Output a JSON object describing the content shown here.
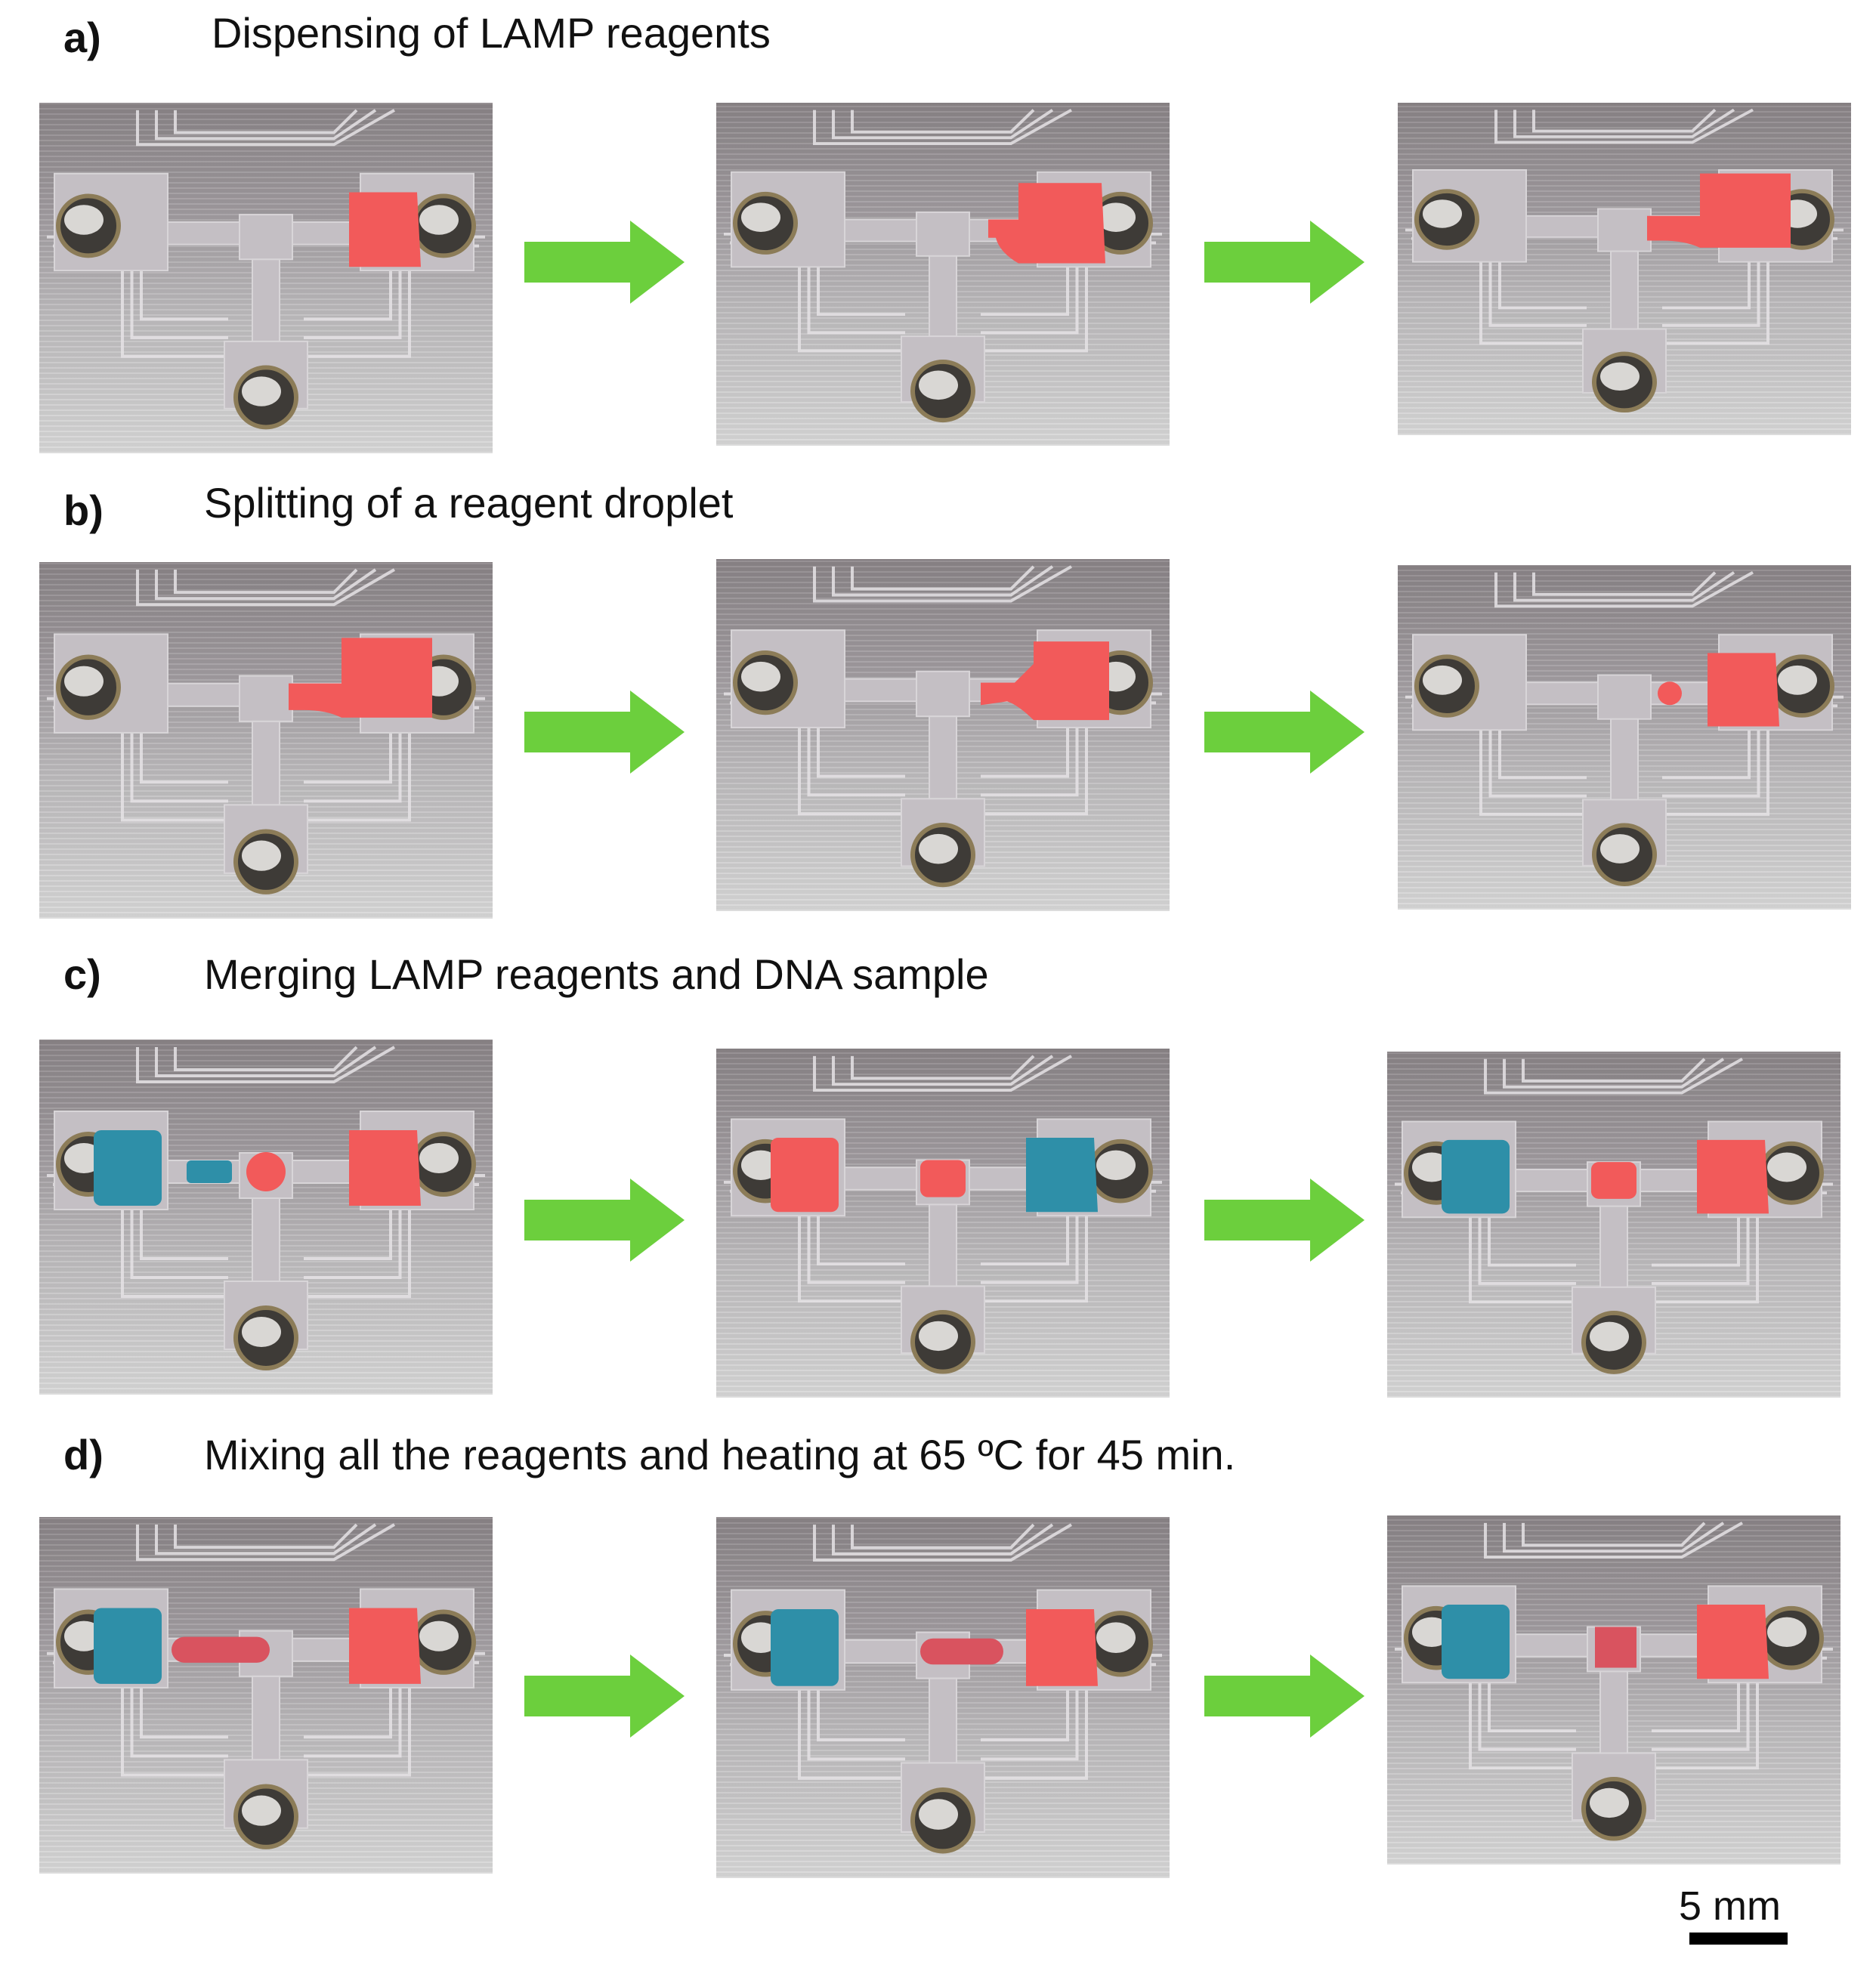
{
  "rows": [
    {
      "id": "a",
      "letter": "a)",
      "title": "Dispensing of LAMP reagents",
      "frames": [
        {
          "left_pad": null,
          "droplets": [
            {
              "color": "red",
              "pos": "right-pad",
              "shape": "square"
            }
          ]
        },
        {
          "left_pad": null,
          "droplets": [
            {
              "color": "red",
              "pos": "right-pad",
              "shape": "extending"
            }
          ]
        },
        {
          "left_pad": null,
          "droplets": [
            {
              "color": "red",
              "pos": "right-pad",
              "shape": "long-extending"
            }
          ]
        }
      ]
    },
    {
      "id": "b",
      "letter": "b)",
      "title": "Splitting of a reagent droplet",
      "frames": [
        {
          "left_pad": null,
          "droplets": [
            {
              "color": "red",
              "pos": "right-pad",
              "shape": "long-extending"
            }
          ]
        },
        {
          "left_pad": null,
          "droplets": [
            {
              "color": "red",
              "pos": "right-pad",
              "shape": "necking"
            }
          ]
        },
        {
          "left_pad": null,
          "droplets": [
            {
              "color": "red",
              "pos": "right-pad",
              "shape": "square"
            },
            {
              "color": "red",
              "pos": "small-split",
              "shape": "small"
            }
          ]
        }
      ]
    },
    {
      "id": "c",
      "letter": "c)",
      "title": "Merging LAMP reagents and DNA sample",
      "frames": [
        {
          "left_pad": "blue",
          "droplets": [
            {
              "color": "red",
              "pos": "right-pad",
              "shape": "square"
            },
            {
              "color": "red",
              "pos": "center",
              "shape": "round"
            },
            {
              "color": "blue",
              "pos": "left-channel",
              "shape": "small"
            }
          ]
        },
        {
          "left_pad": "red",
          "droplets": [
            {
              "color": "blue",
              "pos": "right-pad",
              "shape": "square"
            },
            {
              "color": "red",
              "pos": "center",
              "shape": "merge"
            }
          ]
        },
        {
          "left_pad": "blue",
          "droplets": [
            {
              "color": "red",
              "pos": "right-pad",
              "shape": "square"
            },
            {
              "color": "red",
              "pos": "center",
              "shape": "merge"
            }
          ]
        }
      ]
    },
    {
      "id": "d",
      "letter": "d)",
      "title": "Mixing all the reagents and heating at 65 ºC for 45 min.",
      "frames": [
        {
          "left_pad": "blue",
          "droplets": [
            {
              "color": "red",
              "pos": "right-pad",
              "shape": "square"
            },
            {
              "color": "mix",
              "pos": "left-channel",
              "shape": "long"
            }
          ]
        },
        {
          "left_pad": "blue",
          "droplets": [
            {
              "color": "red",
              "pos": "right-pad",
              "shape": "square"
            },
            {
              "color": "mix",
              "pos": "center",
              "shape": "long"
            }
          ]
        },
        {
          "left_pad": "blue",
          "droplets": [
            {
              "color": "red",
              "pos": "right-pad",
              "shape": "square"
            },
            {
              "color": "mix",
              "pos": "center",
              "shape": "square"
            }
          ]
        }
      ]
    }
  ],
  "scale_bar": {
    "label": "5 mm"
  },
  "colors": {
    "red": "#f25a5a",
    "blue": "#2e8fa8",
    "mix": "#d9535f",
    "arrow": "#6ccf3d",
    "electrode": "#c4bfc4",
    "outline": "#e6e3e6"
  }
}
